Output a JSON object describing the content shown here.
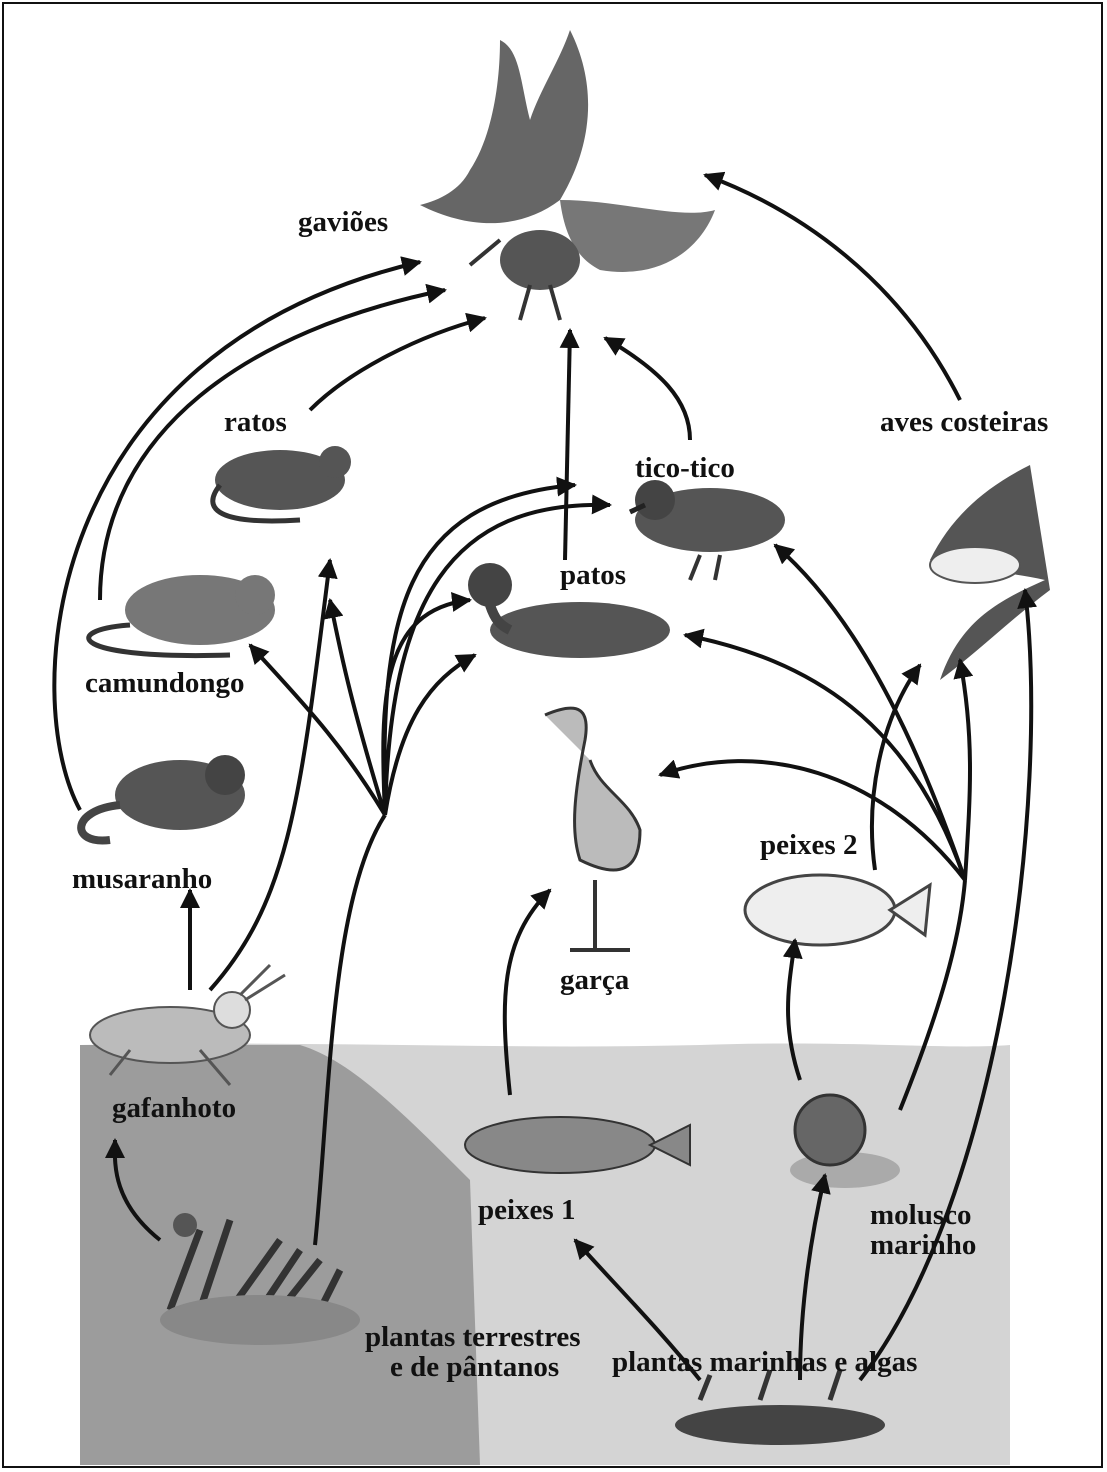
{
  "organisms": {
    "gavioes": "gaviões",
    "ratos": "ratos",
    "tico_tico": "tico-tico",
    "aves_costeiras": "aves costeiras",
    "patos": "patos",
    "camundongo": "camundongo",
    "musaranho": "musaranho",
    "garca": "garça",
    "peixes_2": "peixes 2",
    "gafanhoto": "gafanhoto",
    "peixes_1": "peixes 1",
    "molusco_line1": "molusco",
    "molusco_line2": "marinho",
    "plantas_terrestres_line1": "plantas terrestres",
    "plantas_terrestres_line2": "e de pântanos",
    "plantas_marinhas": "plantas marinhas e algas"
  },
  "colors": {
    "ink": "#111111",
    "land": "#9a9a9a",
    "water": "#d2d2d2"
  }
}
